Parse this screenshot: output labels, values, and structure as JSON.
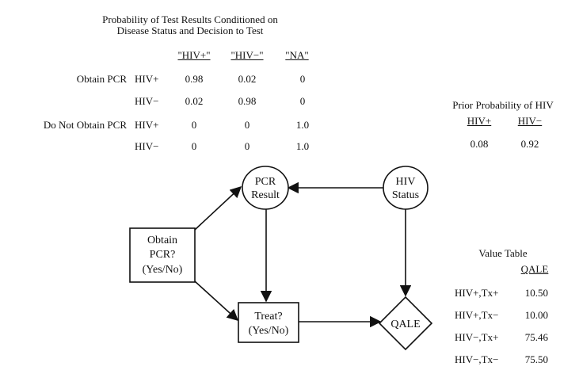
{
  "prob_table": {
    "title_line1": "Probability of Test Results Conditioned on",
    "title_line2": "Disease Status and Decision to Test",
    "columns": [
      "\"HIV+\"",
      "\"HIV−\"",
      "\"NA\""
    ],
    "rows": [
      {
        "decision": "Obtain PCR",
        "status": "HIV+",
        "values": [
          "0.98",
          "0.02",
          "0"
        ]
      },
      {
        "decision": "",
        "status": "HIV−",
        "values": [
          "0.02",
          "0.98",
          "0"
        ]
      },
      {
        "decision": "Do Not Obtain PCR",
        "status": "HIV+",
        "values": [
          "0",
          "0",
          "1.0"
        ]
      },
      {
        "decision": "",
        "status": "HIV−",
        "values": [
          "0",
          "0",
          "1.0"
        ]
      }
    ]
  },
  "prior": {
    "title": "Prior Probability of HIV",
    "headers": [
      "HIV+",
      "HIV−"
    ],
    "values": [
      "0.08",
      "0.92"
    ]
  },
  "nodes": {
    "pcr_result": {
      "line1": "PCR",
      "line2": "Result"
    },
    "hiv_status": {
      "line1": "HIV",
      "line2": "Status"
    },
    "obtain_pcr": {
      "line1": "Obtain",
      "line2": "PCR?",
      "line3": "(Yes/No)"
    },
    "treat": {
      "line1": "Treat?",
      "line2": "(Yes/No)"
    },
    "qale": {
      "label": "QALE"
    }
  },
  "value_table": {
    "title": "Value Table",
    "header": "QALE",
    "rows": [
      {
        "label": "HIV+,Tx+",
        "value": "10.50"
      },
      {
        "label": "HIV+,Tx−",
        "value": "10.00"
      },
      {
        "label": "HIV−,Tx+",
        "value": "75.46"
      },
      {
        "label": "HIV−,Tx−",
        "value": "75.50"
      }
    ]
  }
}
